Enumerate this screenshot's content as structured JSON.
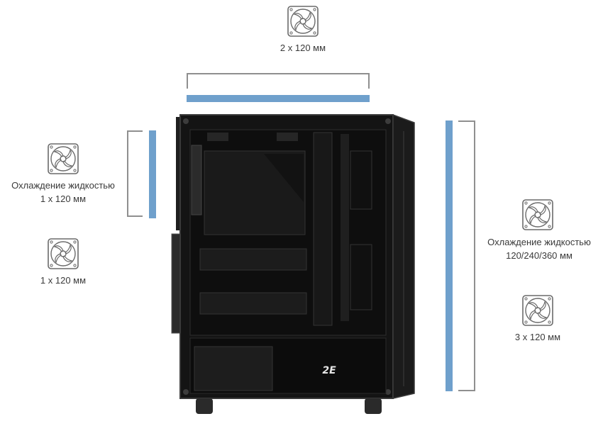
{
  "colors": {
    "accent_bar": "#6fa0cc",
    "bracket": "#8f8f8f",
    "case_body": "#141414",
    "text": "#3a3a3a"
  },
  "icons": {
    "fan": "fan-icon"
  },
  "top": {
    "fan_label": "2 x 120 мм"
  },
  "rear": {
    "liquid_title": "Охлаждение жидкостью",
    "liquid_size": "1 x 120 мм",
    "fan_label": "1 x 120 мм"
  },
  "front": {
    "liquid_title": "Охлаждение жидкостью",
    "liquid_size": "120/240/360 мм",
    "fan_label": "3 x 120 мм"
  },
  "case": {
    "logo": "2E"
  }
}
